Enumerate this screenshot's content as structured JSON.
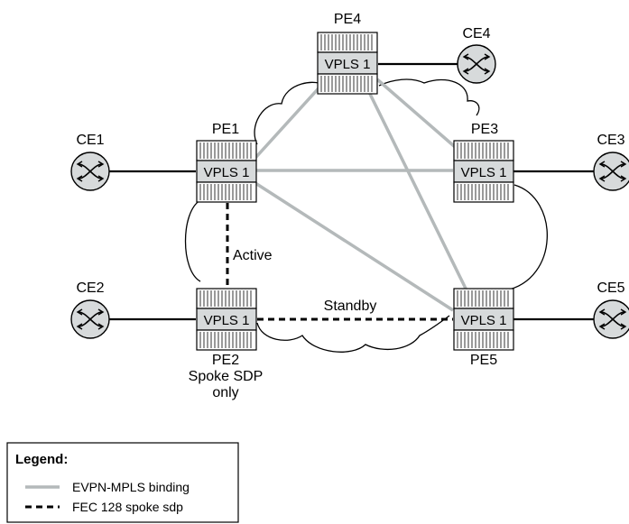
{
  "routers": [
    {
      "id": "pe1",
      "name": "PE1",
      "service": "VPLS 1"
    },
    {
      "id": "pe2",
      "name": "PE2",
      "service": "VPLS 1",
      "note_lines": [
        "Spoke SDP",
        "only"
      ]
    },
    {
      "id": "pe3",
      "name": "PE3",
      "service": "VPLS 1"
    },
    {
      "id": "pe4",
      "name": "PE4",
      "service": "VPLS 1"
    },
    {
      "id": "pe5",
      "name": "PE5",
      "service": "VPLS 1"
    }
  ],
  "customer_edges": [
    "CE1",
    "CE2",
    "CE3",
    "CE4",
    "CE5"
  ],
  "links": {
    "active_label": "Active",
    "standby_label": "Standby"
  },
  "legend": {
    "title": "Legend:",
    "items": [
      {
        "label": "EVPN-MPLS binding",
        "style": "solid",
        "color": "#b4b9ba"
      },
      {
        "label": "FEC 128 spoke sdp",
        "style": "dashed",
        "color": "#000000"
      }
    ]
  },
  "colors": {
    "evpn_line": "#b4b9ba",
    "router_fill": "#d7dadb",
    "cloud_stroke": "#000000"
  }
}
